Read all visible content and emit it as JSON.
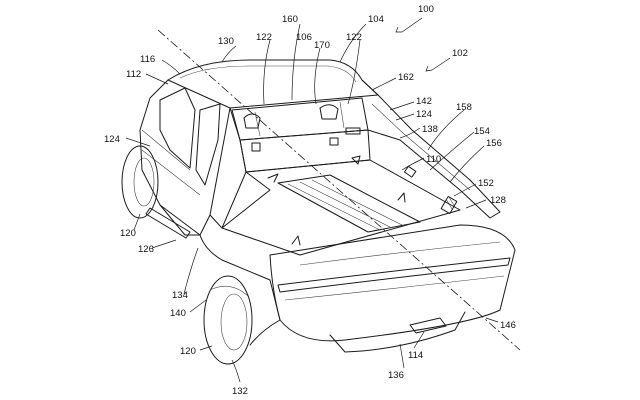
{
  "labels": {
    "l100": "100",
    "l102": "102",
    "l104": "104",
    "l106": "106",
    "l110": "110",
    "l112": "112",
    "l114": "114",
    "l116": "116",
    "l120a": "120",
    "l120b": "120",
    "l122a": "122",
    "l122b": "122",
    "l124a": "124",
    "l124b": "124",
    "l126": "126",
    "l128": "128",
    "l130": "130",
    "l132": "132",
    "l134": "134",
    "l136": "136",
    "l138": "138",
    "l140": "140",
    "l142": "142",
    "l146": "146",
    "l152": "152",
    "l154": "154",
    "l156": "156",
    "l158": "158",
    "l160": "160",
    "l162": "162",
    "l170": "170"
  }
}
